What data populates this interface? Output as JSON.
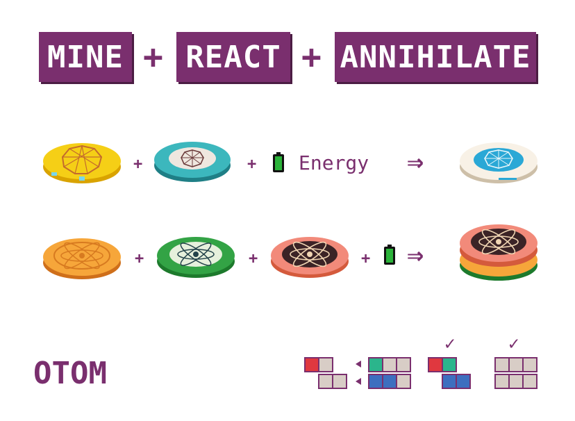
{
  "header": {
    "words": [
      "MINE",
      "REACT",
      "ANNIHILATE"
    ],
    "plus": "+"
  },
  "reaction1": {
    "inputs": [
      "yellow-otom-coin",
      "teal-otom-coin"
    ],
    "energy_label": "Energy",
    "arrow": "⇒",
    "output": "white-blue-otom-coin"
  },
  "reaction2": {
    "inputs": [
      "orange-atom-coin",
      "green-atom-coin",
      "pink-atom-coin"
    ],
    "arrow": "⇒",
    "output": "stacked-atom-coins"
  },
  "brand": {
    "name": "OTOM"
  },
  "colors": {
    "brand_purple": "#7a2f6e",
    "cell_beige": "#d8cdc6",
    "cell_red": "#e0383f",
    "cell_teal": "#2bb58c",
    "cell_blue": "#3d6fbf",
    "battery_green": "#2bb33a"
  },
  "legend": {
    "check": "✓",
    "pointer": "◀"
  }
}
